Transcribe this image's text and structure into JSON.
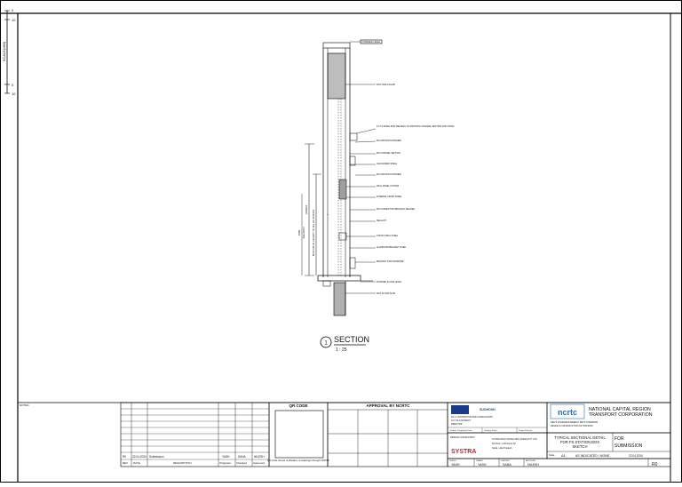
{
  "margin_ruler": {
    "label": "SCALE(MM)",
    "ticks": [
      "0",
      "10",
      "0",
      "10"
    ]
  },
  "drawing": {
    "section_number": "1",
    "section_title": "SECTION",
    "section_scale": "1 : 25",
    "top_tag": "FINISHED LEVEL",
    "dimensions": [
      "VARIES",
      "1800",
      "SEE ARCH",
      "BOTTOM OF CANOPY TO FFL OF STATION"
    ],
    "annotations": [
      "RCC WALL/SLAB",
      "6 X 12 STEEL ROD WELDING TO ANCHOR & CHANNEL SECTION FOR FIXING",
      "MS ANCHOR FASTENER",
      "MS CHANNEL SECTION",
      "GALVANIZED STEEL",
      "MS ANCHOR FASTENER",
      "WALL PANEL SYSTEM",
      "INTERNAL FINISH PANEL",
      "MS CONNECTION BRACKET WELDED",
      "SEALANT",
      "STRUCTURAL STEEL",
      "ALUMINIUM BRACKET FIXED",
      "BRACKET FOR DOWNPIPE",
      "FINISHED FLOOR LEVEL",
      "RCC FLOOR SLAB"
    ]
  },
  "notes_label": "NOTES:",
  "revision_block": {
    "rows": [
      {
        "rev": "R0",
        "date": "22.04.2024",
        "description": "Submission",
        "originator": "YASH",
        "checked": "SANA",
        "approved": "NILESH"
      }
    ],
    "headers": [
      "REV",
      "DATE",
      "DESCRIPTION",
      "Originator",
      "Checked",
      "Approved"
    ]
  },
  "qr": {
    "title": "QR CODE",
    "caption": "QR Code shows verification of drawings through NCRTC"
  },
  "approval": {
    "title": "APPROVAL BY NCRTC"
  },
  "contractor": {
    "logo_text": "SUGHOSH",
    "lines": [
      "DC 1 CONTRACTOR AND CONSULTANTS",
      "ACT. IN-CONTRACT",
      "DIRECTOR"
    ],
    "status_boxes": [
      "Contract Completion Date",
      "Drawing Status",
      "Project Director"
    ]
  },
  "consultant": {
    "logo_text": "SYSTRA",
    "lines": [
      "SYSTRA MVA CONSULTING (INDIA) PVT. LTD.",
      "6th Floor, C-65 Sector 62",
      "Noida, Uttar Pradesh"
    ],
    "footer": "DESIGN CONSULTANT"
  },
  "owner": {
    "logo_text": "ncrtc",
    "name_line1": "NATIONAL CAPITAL REGION",
    "name_line2": "TRANSPORT CORPORATION",
    "project_lines": [
      "DELHI GHAZIABAD MEERUT RRTS CORRIDOR",
      "DESIGN & CONSTRUCTION OF STATIONS"
    ]
  },
  "title_block": {
    "drawing_title": [
      "TYPICAL SECTIONAL DETAIL",
      "FOR FS STATION BOX",
      "SKETCH"
    ],
    "stage": [
      "FOR",
      "SUBMISSION"
    ],
    "scale_label": "Scale",
    "scale_value": "AS INDICATED / NONE",
    "sheet_size": "A1",
    "date_value": "22.04.2024"
  },
  "signatures": [
    {
      "role": "DESIGN",
      "name": "YASH"
    },
    {
      "role": "DRAWN",
      "name": "YASH"
    },
    {
      "role": "CHECKED",
      "name": "SANA"
    },
    {
      "role": "APPROVED",
      "name": "NILESH"
    }
  ],
  "revision_current": "R0"
}
